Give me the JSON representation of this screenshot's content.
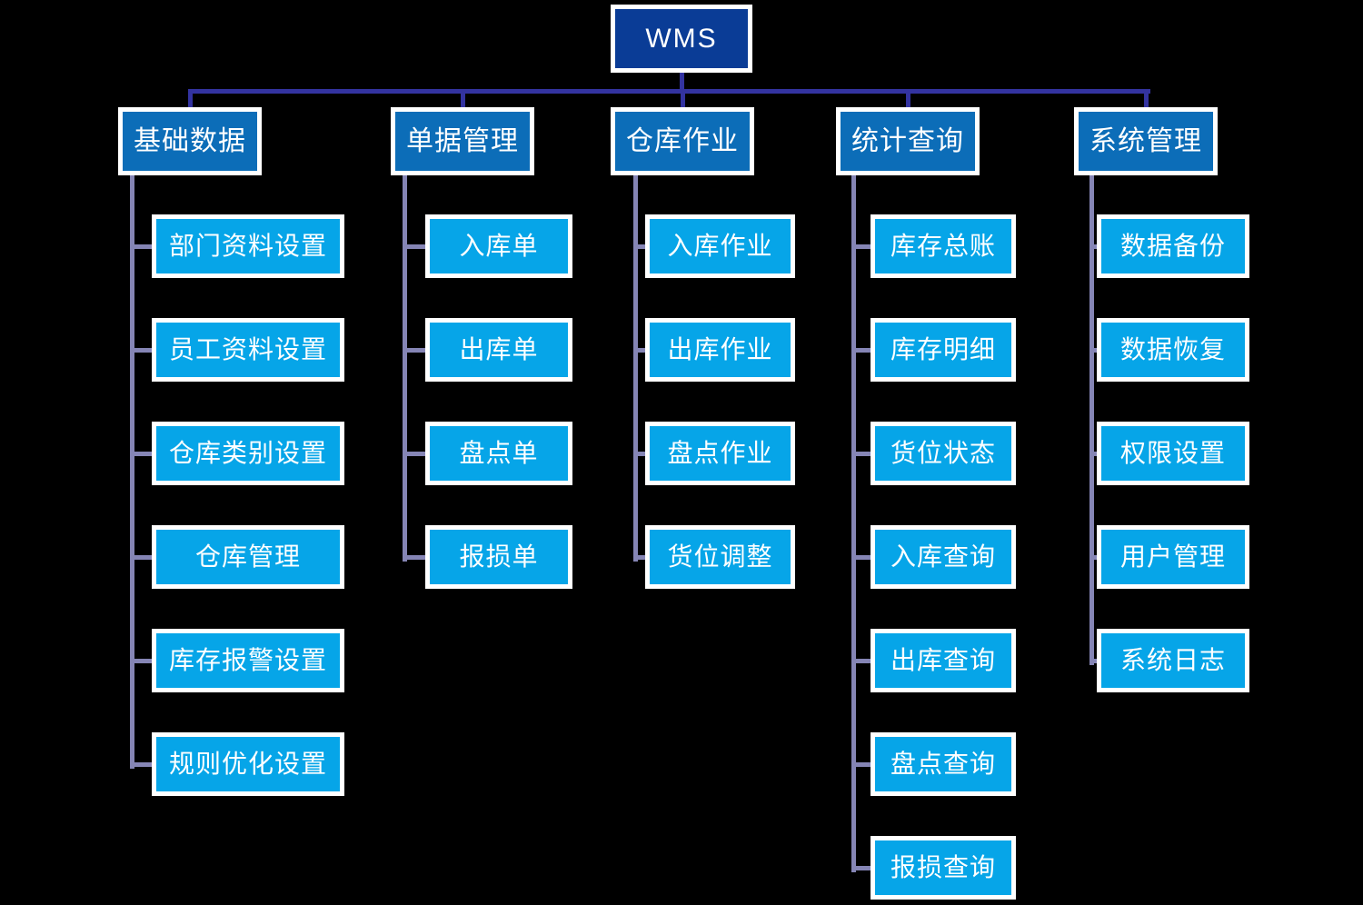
{
  "diagram": {
    "title": "WMS",
    "type": "organizational-hierarchy",
    "colors": {
      "background": "#000000",
      "root_fill": "#0A3C96",
      "level2_fill": "#0C6DB8",
      "level3_fill": "#06A5E8",
      "node_border": "#FFFFFF",
      "connector_top": "#3333A0",
      "connector_branch": "#8585B5",
      "text": "#FFFFFF"
    },
    "root": {
      "label": "WMS"
    },
    "branches": [
      {
        "label": "基础数据",
        "children": [
          {
            "label": "部门资料设置"
          },
          {
            "label": "员工资料设置"
          },
          {
            "label": "仓库类别设置"
          },
          {
            "label": "仓库管理"
          },
          {
            "label": "库存报警设置"
          },
          {
            "label": "规则优化设置"
          }
        ]
      },
      {
        "label": "单据管理",
        "children": [
          {
            "label": "入库单"
          },
          {
            "label": "出库单"
          },
          {
            "label": "盘点单"
          },
          {
            "label": "报损单"
          }
        ]
      },
      {
        "label": "仓库作业",
        "children": [
          {
            "label": "入库作业"
          },
          {
            "label": "出库作业"
          },
          {
            "label": "盘点作业"
          },
          {
            "label": "货位调整"
          }
        ]
      },
      {
        "label": "统计查询",
        "children": [
          {
            "label": "库存总账"
          },
          {
            "label": "库存明细"
          },
          {
            "label": "货位状态"
          },
          {
            "label": "入库查询"
          },
          {
            "label": "出库查询"
          },
          {
            "label": "盘点查询"
          },
          {
            "label": "报损查询"
          }
        ]
      },
      {
        "label": "系统管理",
        "children": [
          {
            "label": "数据备份"
          },
          {
            "label": "数据恢复"
          },
          {
            "label": "权限设置"
          },
          {
            "label": "用户管理"
          },
          {
            "label": "系统日志"
          }
        ]
      }
    ]
  }
}
